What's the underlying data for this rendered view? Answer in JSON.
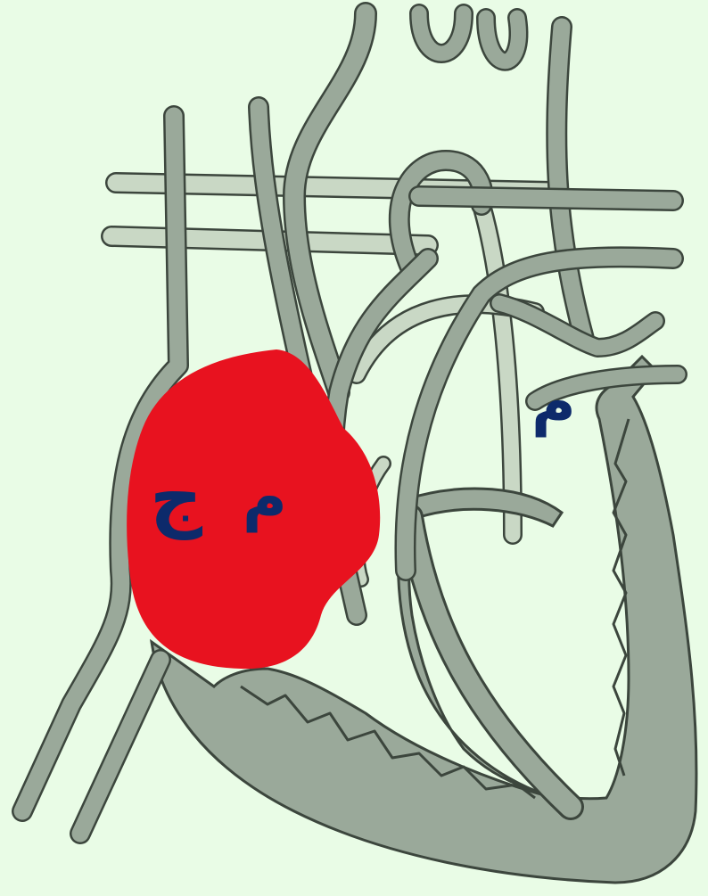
{
  "diagram": {
    "colors": {
      "background": "#e9fce6",
      "vessel_fill": "#9aa99a",
      "vessel_fill_light": "#c9d8c5",
      "outline": "#3c463d",
      "highlight": "#e8121f",
      "label": "#0d2a6b"
    },
    "labels": {
      "left_atrium": "م",
      "highlighted_left": "ج",
      "highlighted_right": "م"
    }
  }
}
